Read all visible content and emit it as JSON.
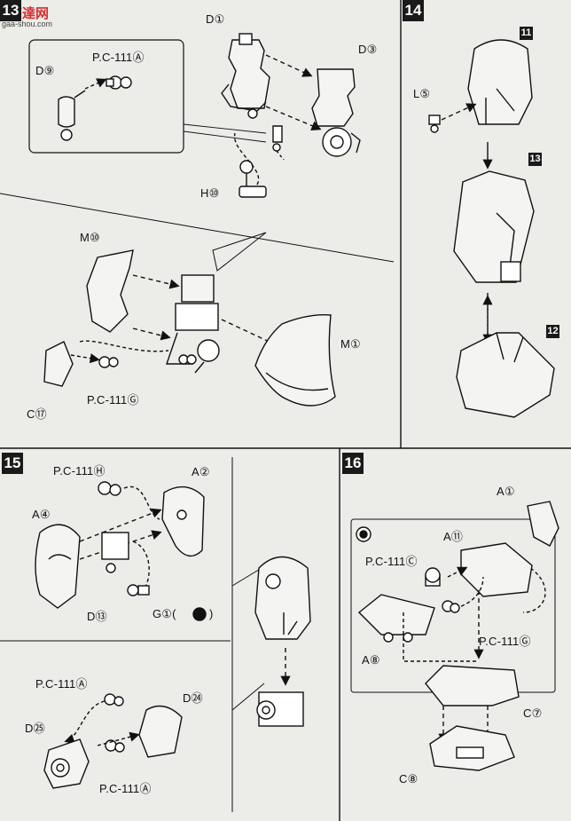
{
  "watermark": {
    "brand": "高達网",
    "domain": "gaa-shou.com"
  },
  "steps": {
    "s13": "13",
    "s14": "14",
    "s15": "15",
    "s16": "16"
  },
  "labels13": {
    "d1": "D①",
    "d3": "D③",
    "d9": "D⑨",
    "pc111a": "P.C-111Ⓐ",
    "h10": "H⑩",
    "m10": "M⑩",
    "m1": "M①",
    "c17": "C⑰",
    "pc111g": "P.C-111Ⓖ"
  },
  "labels14": {
    "l5": "L⑤",
    "n11": "11",
    "n13": "13",
    "n12": "12"
  },
  "labels15": {
    "pc111h": "P.C-111Ⓗ",
    "a2": "A②",
    "a4": "A④",
    "d13": "D⑬",
    "g1": "G①(",
    "g1close": ")",
    "pc111a_top": "P.C-111Ⓐ",
    "d24": "D㉔",
    "d25": "D㉕",
    "pc111a_bottom": "P.C-111Ⓐ"
  },
  "labels16": {
    "a1": "A①",
    "a11": "A⑪",
    "pc111c": "P.C-111Ⓒ",
    "pc111g": "P.C-111Ⓖ",
    "a8": "A⑧",
    "c7": "C⑦",
    "c8": "C⑧"
  }
}
